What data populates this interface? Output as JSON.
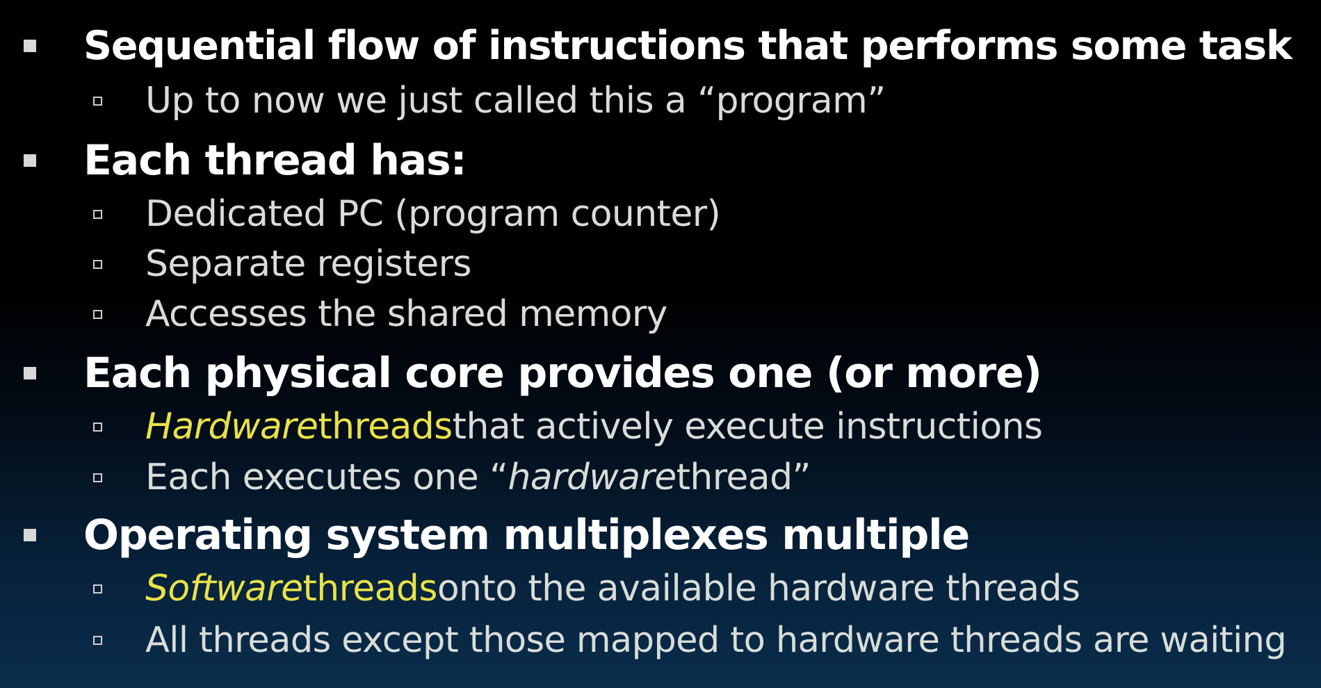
{
  "slide": {
    "bullets": [
      {
        "text": "Sequential flow of instructions that performs some task",
        "sub": [
          {
            "text": "Up to now we just called this a “program”"
          }
        ]
      },
      {
        "text": "Each thread has:",
        "sub": [
          {
            "text": "Dedicated PC (program counter)"
          },
          {
            "text": "Separate registers"
          },
          {
            "text": "Accesses the shared memory"
          }
        ]
      },
      {
        "text": "Each physical core provides one (or more)",
        "sub": [
          {
            "hl_italic": "Hardware",
            "hl_plain": " threads",
            "rest": " that actively execute instructions"
          },
          {
            "pre": "Each executes one “",
            "italic": "hardware",
            "post": " thread”"
          }
        ]
      },
      {
        "text": "Operating system multiplexes multiple",
        "sub": [
          {
            "hl_italic": "Software",
            "hl_plain": " threads",
            "rest": " onto the available hardware threads"
          },
          {
            "text": "All threads except those mapped to hardware threads are waiting"
          }
        ]
      }
    ]
  },
  "colors": {
    "heading_text": "#ffffff",
    "sub_text": "#d9ddd9",
    "highlight": "#e8e24a",
    "background_top": "#000000",
    "background_bottom": "#0a2d4c"
  },
  "icons": {
    "main_bullet": "square-bullet-icon",
    "sub_bullet": "hollow-square-bullet-icon"
  }
}
